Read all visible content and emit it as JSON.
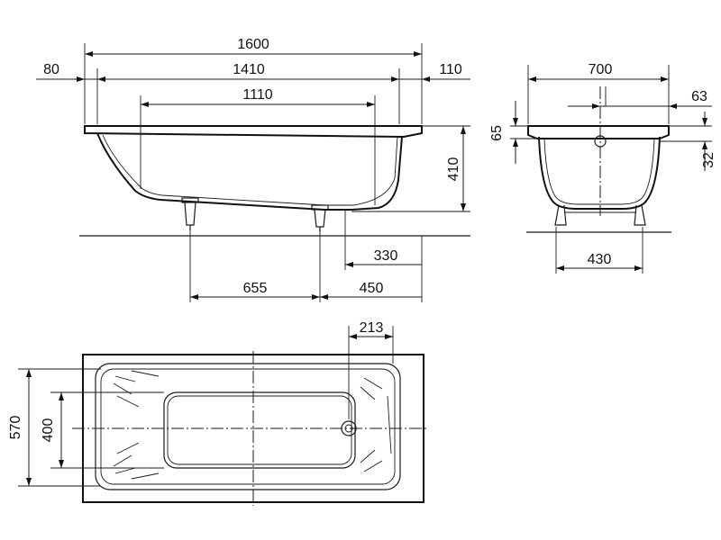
{
  "side_view": {
    "overall_length": "1600",
    "left_offset": "80",
    "inner_top_length": "1410",
    "right_offset": "110",
    "bottom_length": "1110",
    "height": "410",
    "foot_right_offset": "330",
    "feet_spacing": "655",
    "foot_to_end": "450"
  },
  "end_view": {
    "width": "700",
    "drain_offset": "63",
    "rim_depth": "65",
    "drain_height": "32",
    "feet_width": "430"
  },
  "plan_view": {
    "drain_offset": "213",
    "outer_width": "570",
    "inner_width": "400"
  }
}
